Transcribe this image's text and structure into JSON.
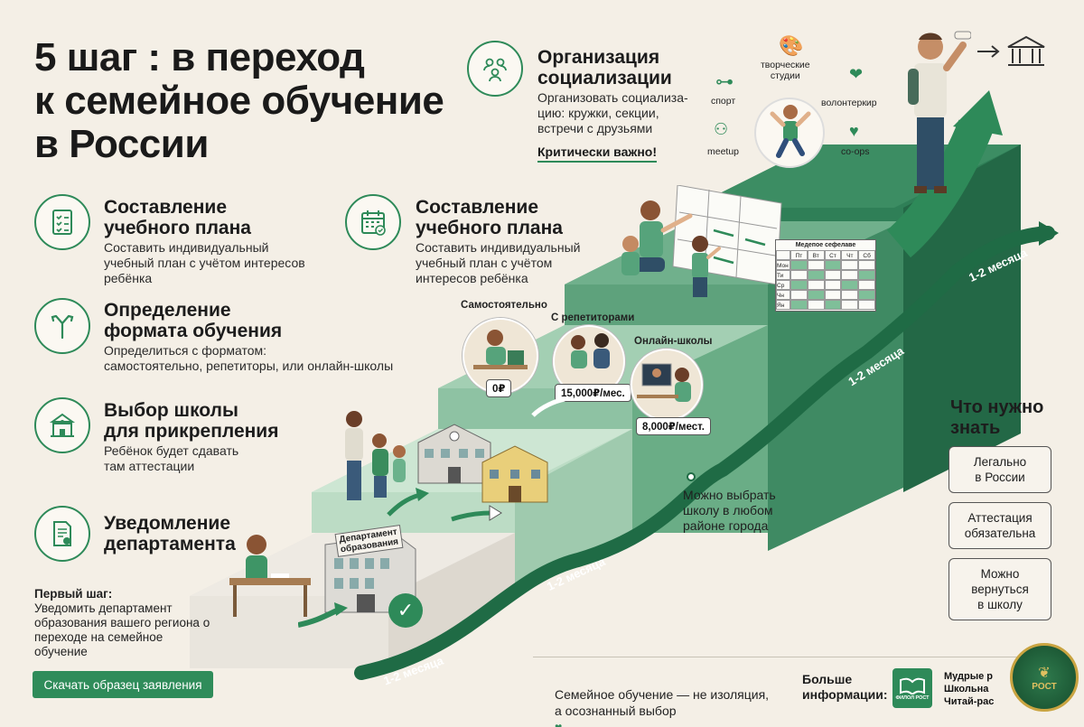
{
  "title": "5 шаг  : в переход\nк семейное обучение\nв России",
  "steps_left": [
    {
      "title": "Составление\nучебного плана",
      "desc": "Составить индивидуальный\nучебный план с учётом интересов\nребёнка",
      "icon": "checklist-icon"
    },
    {
      "title": "Определение\nформата обучения",
      "desc": "Определиться с форматом:\nсамостоятельно, репетиторы, или онлайн-школы",
      "icon": "signpost-icon"
    },
    {
      "title": "Выбор школы\nдля прикрепления",
      "desc": "Ребёнок будет сдавать\nтам аттестации",
      "icon": "school-icon"
    },
    {
      "title": "Уведомление\nдепартамента",
      "desc": "",
      "icon": "document-stamp-icon"
    }
  ],
  "first_step": {
    "label": "Первый шаг:",
    "text": "Уведомить департамент образования вашего региона о переходе на семейное обучение"
  },
  "download_button": "Скачать образец заявления",
  "middle_step": {
    "title": "Составление\nучебного плана",
    "desc": "Составить индивидуальный\nучебный план с учётом\nинтересов ребёнка",
    "icon": "calendar-icon"
  },
  "socialization": {
    "title": "Организация\nсоциализации",
    "desc": "Организовать социализа-\nцию: кружки, секции,\nвстречи с друзьями",
    "critical": "Критически важно!",
    "icon": "group-icon"
  },
  "activities": {
    "sport": "спорт",
    "studios": "творческие\nстудии",
    "volunteer": "волонтеркир",
    "meetup": "meetup",
    "coops": "co-ops"
  },
  "formats": {
    "self": {
      "label": "Самостоятельно",
      "price": "0₽"
    },
    "tutors": {
      "label": "С репетиторами",
      "price": "15,000₽/мес."
    },
    "online": {
      "label": "Онлайн-школы",
      "price": "8,000₽/мест."
    }
  },
  "department_sign": "Департамент\nобразования",
  "schedule": {
    "title": "Медепое сефелаве",
    "days": [
      "Пт",
      "Вт",
      "Ст",
      "Чт",
      "Сб"
    ],
    "rows": [
      "Мон",
      "Ти",
      "Ср",
      "Чн",
      "Ян"
    ]
  },
  "months": [
    "1-2 месяца",
    "1-2 месяца",
    "1-2 месяца",
    "1-2 месяца"
  ],
  "note_school": "Можно выбрать\nшколу в любом\nрайоне города",
  "know": {
    "title": "Что нужно\nзнать",
    "items": [
      "Легально\nв России",
      "Аттестация\nобязательна",
      "Можно\nвернуться\nв школу"
    ]
  },
  "footer": {
    "tagline": "Семейное обучение — не изоляция,\nа осознанный выбор",
    "more_info": "Больше\nинформации:",
    "logo_text": "ФИЛОЛ РОСТ",
    "partners": "Мудрые р\nШкольна\nЧитай-рас",
    "seal_text": "РОСТ"
  },
  "colors": {
    "accent": "#2e8a59",
    "stair_dark": "#2b7a54",
    "stair_mid": "#56a37b",
    "stair_light": "#a9cfb5",
    "background": "#f4efe6"
  }
}
